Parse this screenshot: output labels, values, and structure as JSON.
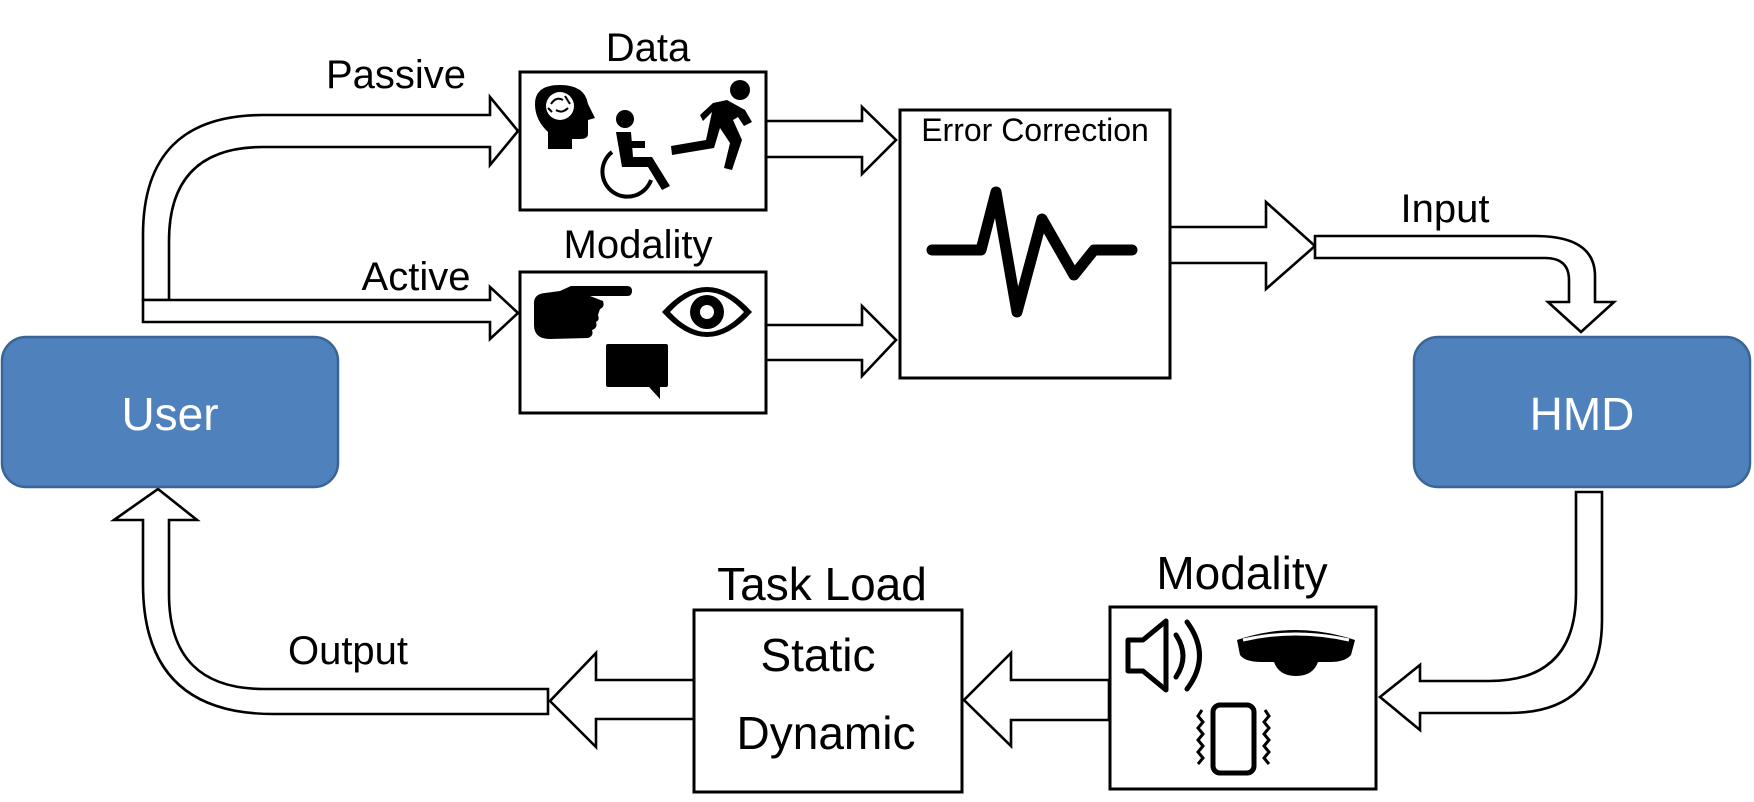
{
  "nodes": {
    "user": "User",
    "hmd": "HMD"
  },
  "colors": {
    "node_fill": "#4f81bd",
    "node_stroke": "#3b6496",
    "node_text": "#ffffff"
  },
  "labels": {
    "passive": "Passive",
    "active": "Active",
    "input": "Input",
    "output": "Output"
  },
  "boxes": {
    "data": {
      "title": "Data",
      "icons": [
        "brain-head-icon",
        "wheelchair-icon",
        "running-person-icon"
      ]
    },
    "input_modality": {
      "title": "Modality",
      "icons": [
        "pointing-hand-icon",
        "eye-icon",
        "speech-bubble-icon"
      ]
    },
    "error_correction": {
      "title": "Error Correction",
      "icons": [
        "signal-waveform-icon"
      ]
    },
    "output_modality": {
      "title": "Modality",
      "icons": [
        "speaker-icon",
        "headset-visor-icon",
        "vibrating-phone-icon"
      ]
    },
    "task_load": {
      "title": "Task Load",
      "items": [
        "Static",
        "Dynamic"
      ]
    }
  }
}
